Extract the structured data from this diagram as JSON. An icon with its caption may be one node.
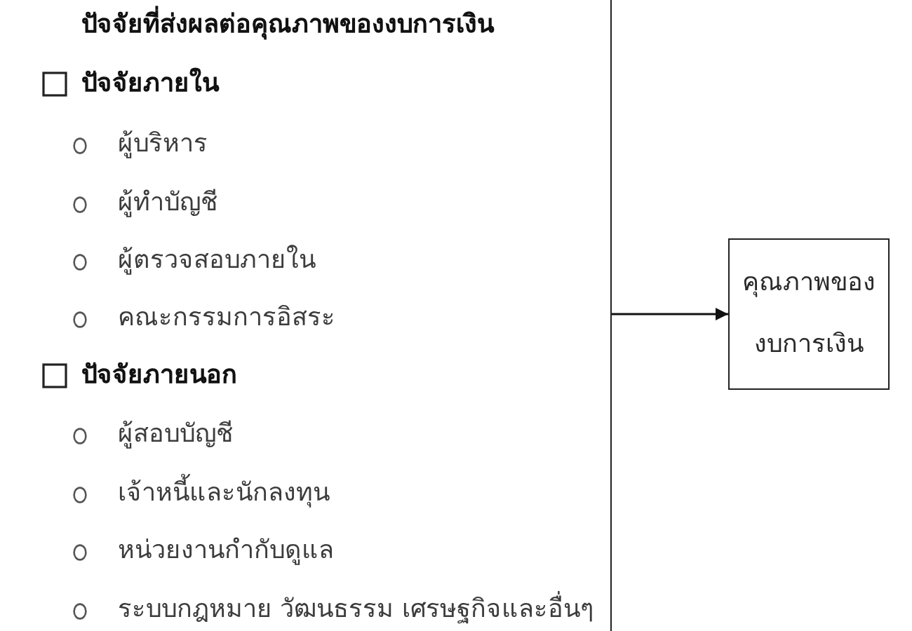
{
  "diagram": {
    "nodes": [
      {
        "text": [
          "ปัจจัยที่ส่งผลต่อคุณภาพของงบการเงิน",
          "ปัจจัยภายใน",
          "ผู้บริหาร",
          "ผู้ทำบัญชี",
          "ผู้ตรวจสอบภายใน",
          "คณะกรรมการอิสระ",
          "ปัจจัยภายนอก",
          "ผู้สอบบัญชี",
          "เจ้าหนี้และนักลงทุน",
          "หน่วยงานกำกับดูแล",
          "ระบบกฎหมาย วัฒนธรรม เศรษฐกิจและอื่นๆ"
        ]
      },
      {
        "text": [
          "คุณภาพของงบการเงิน"
        ]
      }
    ],
    "edges": [
      {
        "from": 0,
        "to": 1,
        "arrow": "to"
      }
    ]
  }
}
